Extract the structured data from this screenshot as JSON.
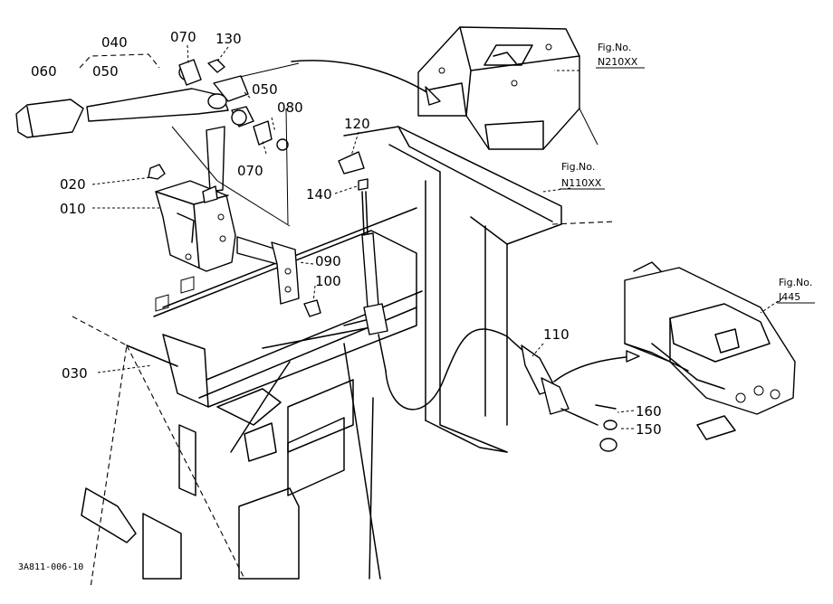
{
  "callouts": [
    {
      "id": "c040",
      "text": "040"
    },
    {
      "id": "c050a",
      "text": "050"
    },
    {
      "id": "c060",
      "text": "060"
    },
    {
      "id": "c070a",
      "text": "070"
    },
    {
      "id": "c130",
      "text": "130"
    },
    {
      "id": "c050b",
      "text": "050"
    },
    {
      "id": "c080",
      "text": "080"
    },
    {
      "id": "c070b",
      "text": "070"
    },
    {
      "id": "c120",
      "text": "120"
    },
    {
      "id": "c140",
      "text": "140"
    },
    {
      "id": "c020",
      "text": "020"
    },
    {
      "id": "c010",
      "text": "010"
    },
    {
      "id": "c090",
      "text": "090"
    },
    {
      "id": "c100",
      "text": "100"
    },
    {
      "id": "c030",
      "text": "030"
    },
    {
      "id": "c110",
      "text": "110"
    },
    {
      "id": "c160",
      "text": "160"
    },
    {
      "id": "c150",
      "text": "150"
    }
  ],
  "figrefs": [
    {
      "id": "f1",
      "label": "Fig.No.",
      "code": "N210XX"
    },
    {
      "id": "f2",
      "label": "Fig.No.",
      "code": "N110XX"
    },
    {
      "id": "f3",
      "label": "Fig.No.",
      "code": "J445"
    }
  ],
  "drawing_number": "3A811-006-10"
}
